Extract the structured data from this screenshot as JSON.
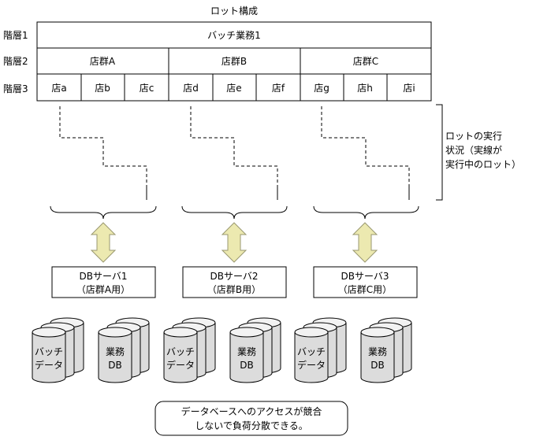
{
  "title": "ロット構成",
  "levels": [
    "階層1",
    "階層2",
    "階層3"
  ],
  "batch_job": "バッチ業務1",
  "store_groups": [
    "店群A",
    "店群B",
    "店群C"
  ],
  "stores": [
    "店a",
    "店b",
    "店c",
    "店d",
    "店e",
    "店f",
    "店g",
    "店h",
    "店i"
  ],
  "side_note": [
    "ロットの実行",
    "状況（実線が",
    "実行中のロット）"
  ],
  "servers": [
    {
      "name": "DBサーバ1",
      "note": "（店群A用）"
    },
    {
      "name": "DBサーバ2",
      "note": "（店群B用）"
    },
    {
      "name": "DBサーバ3",
      "note": "（店群C用）"
    }
  ],
  "batch_data_label": [
    "バッチ",
    "データ"
  ],
  "business_db_label": [
    "業務",
    "DB"
  ],
  "footer_note": [
    "データベースへのアクセスが競合",
    "しないで負荷分散できる。"
  ]
}
